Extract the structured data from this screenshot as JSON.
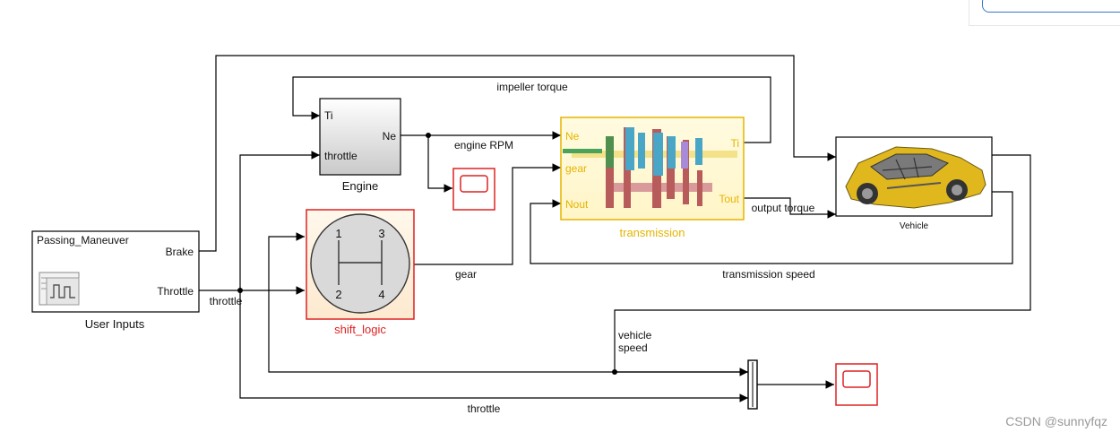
{
  "blocks": {
    "user_inputs": {
      "title": "User Inputs",
      "signal_name": "Passing_Maneuver",
      "port_brake": "Brake",
      "port_throttle": "Throttle"
    },
    "engine": {
      "title": "Engine",
      "port_ti": "Ti",
      "port_throttle": "throttle",
      "port_ne": "Ne"
    },
    "transmission": {
      "title": "transmission",
      "port_ne": "Ne",
      "port_gear": "gear",
      "port_nout": "Nout",
      "port_ti": "Ti",
      "port_tout": "Tout"
    },
    "shift_logic": {
      "title": "shift_logic",
      "gears": [
        "1",
        "3",
        "2",
        "4"
      ]
    },
    "vehicle": {
      "title": "Vehicle"
    }
  },
  "signals": {
    "impeller_torque": "impeller torque",
    "engine_rpm": "engine RPM",
    "output_torque": "output torque",
    "transmission_speed": "transmission speed",
    "gear": "gear",
    "throttle": "throttle",
    "throttle_bottom": "throttle",
    "vehicle_speed_line1": "vehicle",
    "vehicle_speed_line2": "speed"
  },
  "watermark": "CSDN @sunnyfqz",
  "colors": {
    "transmission_accent": "#e5b400",
    "shift_logic_accent": "#dd2222",
    "scope_accent": "#dd2222"
  }
}
